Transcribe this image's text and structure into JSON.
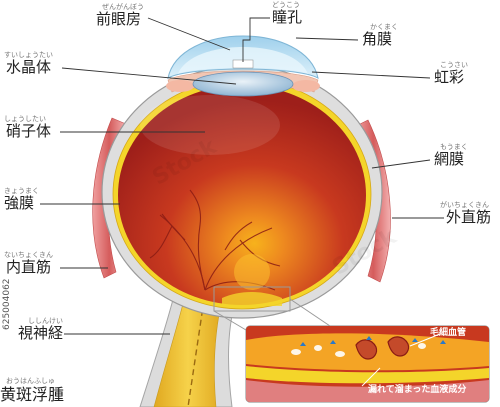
{
  "colors": {
    "sclera": "#d9d9d9",
    "vitreous": "#c0391f",
    "retina": "#f4d52a",
    "muscle": "#e27b7b",
    "cornea": "#b9dcef",
    "nerve": "#f1c73a"
  },
  "labels": {
    "anterior_chamber": {
      "text": "前眼房",
      "ruby": "ぜんがんぼう"
    },
    "pupil": {
      "text": "瞳孔",
      "ruby": "どうこう"
    },
    "cornea": {
      "text": "角膜",
      "ruby": "かくまく"
    },
    "lens": {
      "text": "水晶体",
      "ruby": "すいしょうたい"
    },
    "iris": {
      "text": "虹彩",
      "ruby": "こうさい"
    },
    "vitreous": {
      "text": "硝子体",
      "ruby": "しょうしたい"
    },
    "retina": {
      "text": "網膜",
      "ruby": "もうまく"
    },
    "sclera": {
      "text": "強膜",
      "ruby": "きょうまく"
    },
    "lateral_rectus": {
      "text": "外直筋",
      "ruby": "がいちょくきん"
    },
    "medial_rectus": {
      "text": "内直筋",
      "ruby": "ないちょくきん"
    },
    "optic_nerve": {
      "text": "視神経",
      "ruby": "ししんけい"
    },
    "macular_edema": {
      "text": "黄斑浮腫",
      "ruby": "おうはんふしゅ"
    }
  },
  "inset": {
    "capillary": "毛細血管",
    "leaked_fluid": "漏れて溜まった血液成分"
  },
  "watermark": "Stock",
  "vertical_id": "625004062"
}
